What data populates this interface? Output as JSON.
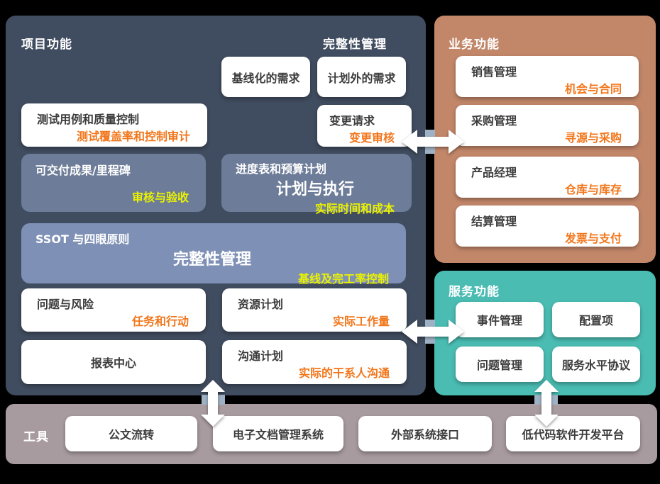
{
  "colors": {
    "background": "#000000",
    "project_panel": "#404c5f",
    "slate_box": "#6d7c98",
    "ssot_box": "#7e90b5",
    "business_panel": "#c28669",
    "service_panel": "#4abcb2",
    "tools_bar": "#a89b9f",
    "accent_orange": "#f2761b",
    "accent_yellow": "#eaf200",
    "connector_strip": "#9fb2c5"
  },
  "project": {
    "title": "项目功能",
    "header": "完整性管理",
    "boxes": {
      "baselined": {
        "label": "基线化的需求"
      },
      "unplanned": {
        "label": "计划外的需求"
      },
      "testcases": {
        "label": "测试用例和质量控制",
        "sub": "测试覆盖率和控制审计"
      },
      "change": {
        "label": "变更请求",
        "sub": "变更审核"
      },
      "deliverables": {
        "label": "可交付成果/里程碑",
        "sub": "审核与验收"
      },
      "schedule": {
        "label": "进度表和预算计划",
        "center": "计划与执行",
        "sub": "实际时间和成本"
      },
      "ssot": {
        "label": "SSOT 与四眼原则",
        "center": "完整性管理",
        "sub": "基线及完工率控制"
      },
      "issues": {
        "label": "问题与风险",
        "sub": "任务和行动"
      },
      "resources": {
        "label": "资源计划",
        "sub": "实际工作量"
      },
      "reports": {
        "label": "报表中心"
      },
      "communication": {
        "label": "沟通计划",
        "sub": "实际的干系人沟通"
      }
    }
  },
  "business": {
    "title": "业务功能",
    "items": [
      {
        "label": "销售管理",
        "sub": "机会与合同"
      },
      {
        "label": "采购管理",
        "sub": "寻源与采购"
      },
      {
        "label": "产品经理",
        "sub": "仓库与库存"
      },
      {
        "label": "结算管理",
        "sub": "发票与支付"
      }
    ]
  },
  "service": {
    "title": "服务功能",
    "items": [
      {
        "label": "事件管理"
      },
      {
        "label": "配置项"
      },
      {
        "label": "问题管理"
      },
      {
        "label": "服务水平协议"
      }
    ]
  },
  "tools": {
    "title": "工具",
    "items": [
      {
        "label": "公文流转"
      },
      {
        "label": "电子文档管理系统"
      },
      {
        "label": "外部系统接口"
      },
      {
        "label": "低代码软件开发平台"
      }
    ]
  }
}
